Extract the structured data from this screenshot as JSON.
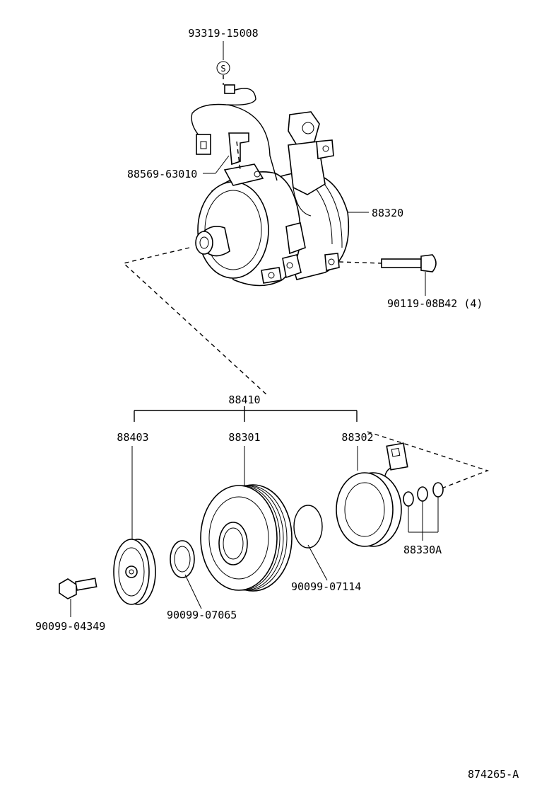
{
  "labels": {
    "sensor_bolt": "93319-15008",
    "sensor_mark": "S",
    "bracket": "88569-63010",
    "compressor": "88320",
    "mount_bolt": "90119-08B42 (4)",
    "clutch_assy": "88410",
    "pressure_plate": "88403",
    "pulley": "88301",
    "stator": "88302",
    "snap_ring_small": "90099-07065",
    "snap_ring_large": "90099-07114",
    "shims": "88330A",
    "center_bolt": "90099-04349",
    "diagram_id": "874265-A"
  }
}
